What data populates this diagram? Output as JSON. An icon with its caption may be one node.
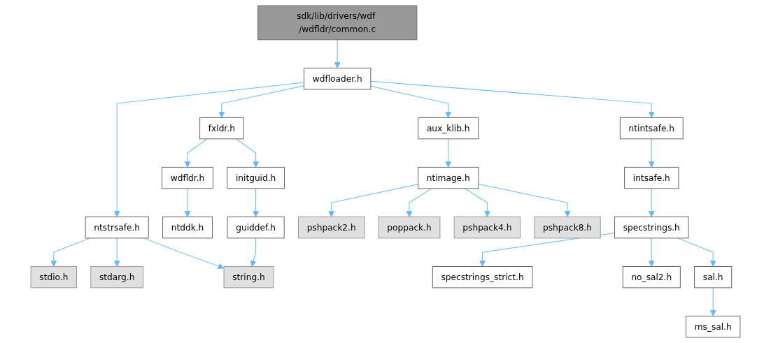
{
  "diagram": {
    "nodes": [
      {
        "text": [
          "sdk/lib/drivers/wdf /wdfldr/common.c"
        ]
      },
      {
        "text": [
          "wdfloader.h"
        ]
      },
      {
        "text": [
          "fxldr.h"
        ]
      },
      {
        "text": [
          "aux_klib.h"
        ]
      },
      {
        "text": [
          "ntstrsafe.h"
        ]
      },
      {
        "text": [
          "ntintsafe.h"
        ]
      },
      {
        "text": [
          "wdfldr.h"
        ]
      },
      {
        "text": [
          "initguid.h"
        ]
      },
      {
        "text": [
          "ntimage.h"
        ]
      },
      {
        "text": [
          "stdio.h"
        ]
      },
      {
        "text": [
          "stdarg.h"
        ]
      },
      {
        "text": [
          "intsafe.h"
        ]
      },
      {
        "text": [
          "ntddk.h"
        ]
      },
      {
        "text": [
          "guiddef.h"
        ]
      },
      {
        "text": [
          "pshpack2.h"
        ]
      },
      {
        "text": [
          "poppack.h"
        ]
      },
      {
        "text": [
          "pshpack4.h"
        ]
      },
      {
        "text": [
          "pshpack8.h"
        ]
      },
      {
        "text": [
          "specstrings.h"
        ]
      },
      {
        "text": [
          "string.h"
        ]
      },
      {
        "text": [
          "specstrings_strict.h"
        ]
      },
      {
        "text": [
          "no_sal2.h"
        ]
      },
      {
        "text": [
          "sal.h"
        ]
      },
      {
        "text": [
          "ms_sal.h"
        ]
      }
    ],
    "edges": [
      {
        "from": 0,
        "to": 1,
        "arrow": "to"
      },
      {
        "from": 1,
        "to": 2,
        "arrow": "to"
      },
      {
        "from": 1,
        "to": 3,
        "arrow": "to"
      },
      {
        "from": 1,
        "to": 4,
        "arrow": "to"
      },
      {
        "from": 1,
        "to": 5,
        "arrow": "to"
      },
      {
        "from": 2,
        "to": 6,
        "arrow": "to"
      },
      {
        "from": 2,
        "to": 7,
        "arrow": "to"
      },
      {
        "from": 3,
        "to": 8,
        "arrow": "to"
      },
      {
        "from": 4,
        "to": 19,
        "arrow": "to"
      },
      {
        "from": 4,
        "to": 9,
        "arrow": "to"
      },
      {
        "from": 4,
        "to": 10,
        "arrow": "to"
      },
      {
        "from": 5,
        "to": 11,
        "arrow": "to"
      },
      {
        "from": 6,
        "to": 12,
        "arrow": "to"
      },
      {
        "from": 7,
        "to": 13,
        "arrow": "to"
      },
      {
        "from": 8,
        "to": 14,
        "arrow": "to"
      },
      {
        "from": 8,
        "to": 15,
        "arrow": "to"
      },
      {
        "from": 8,
        "to": 16,
        "arrow": "to"
      },
      {
        "from": 8,
        "to": 17,
        "arrow": "to"
      },
      {
        "from": 11,
        "to": 18,
        "arrow": "to"
      },
      {
        "from": 13,
        "to": 19,
        "arrow": "to"
      },
      {
        "from": 18,
        "to": 20,
        "arrow": "to"
      },
      {
        "from": 18,
        "to": 21,
        "arrow": "to"
      },
      {
        "from": 18,
        "to": 22,
        "arrow": "to"
      },
      {
        "from": 22,
        "to": 23,
        "arrow": "to"
      }
    ]
  }
}
